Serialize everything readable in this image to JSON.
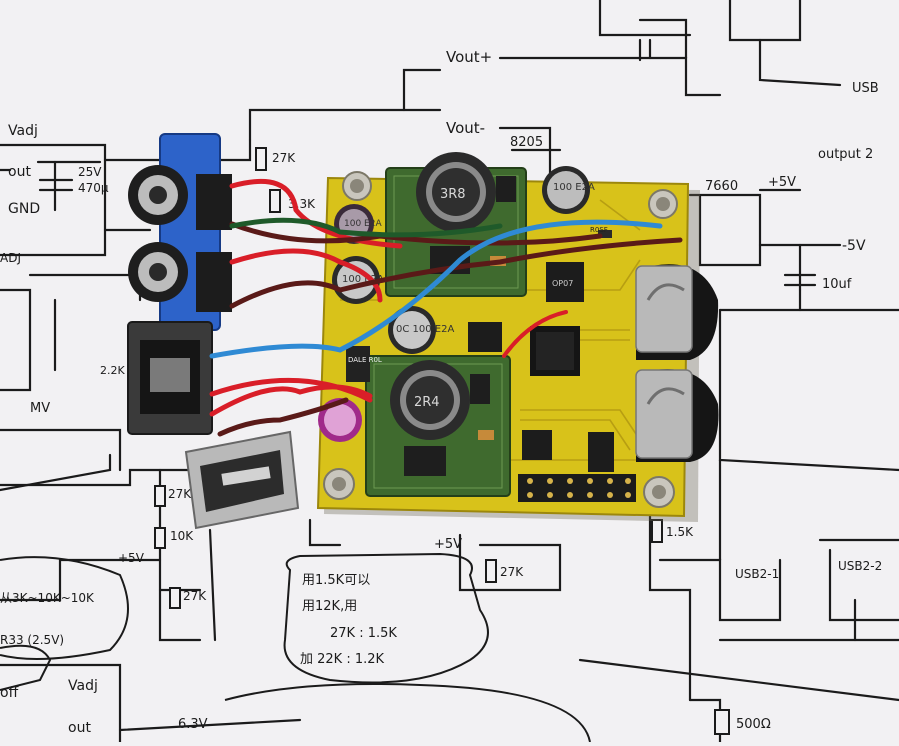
{
  "photo": {
    "schematic_labels": {
      "vout_plus": "Vout+",
      "vout_minus": "Vout-",
      "chip_8205": "8205",
      "vadj_top": "Vadj",
      "out_top": "out",
      "gnd": "GND",
      "cap_25v": "25V",
      "cap_470": "470μ",
      "r_27k_top": "27K",
      "r_33k": "3.3K",
      "usb_b": "USB",
      "output2": "output 2",
      "ic_7660": "7660",
      "plus5v_right": "+5V",
      "minus5v_right": "-5V",
      "cap_10uf": "10uf",
      "r_27k_left": "27K",
      "r_10k": "10K",
      "r_27k_bottom": "27K",
      "plus5v_left": "+5V",
      "plus5v_mid": "+5V",
      "r_27k_mid": "27K",
      "r_15k": "1.5K",
      "usb21": "USB2-1",
      "usb22": "USB2-2",
      "note_line1": "用1.5K可以",
      "note_line2": "用12K,用",
      "note_line3": "27K : 1.5K",
      "note_line4": "加 22K : 1.2K",
      "vadj_bottom": "Vadj",
      "out_bottom": "out",
      "off_label": "off",
      "v63": "6.3V",
      "r_500": "500Ω",
      "left_note_1": "ADJ",
      "left_note_2": "MV",
      "left_note_3": "2.2K",
      "left_range": "从3K~10K~10K",
      "left_r33": "R33 (2.5V)"
    },
    "board": {
      "inductor_top": "3R8",
      "inductor_bottom": "2R4",
      "cap_top_right": "100 E2A",
      "cap_mid": "100 E2A",
      "cap_small": "100 E2A",
      "cap_center": "0C 100 E2A",
      "chip_label": "OP07",
      "dale_label": "DALE R0L",
      "rosf_label": "R0SF"
    },
    "colors": {
      "paper": "#f2f1f3",
      "pcb": "#d8c21a",
      "pcb_dark": "#b79e12",
      "module": "#3f6a2e",
      "wire_red": "#d91e28",
      "wire_blue": "#2f8ad4",
      "wire_brown": "#5a1a18",
      "wire_green": "#1f5a2a",
      "jack_blue": "#2d63c9"
    }
  }
}
